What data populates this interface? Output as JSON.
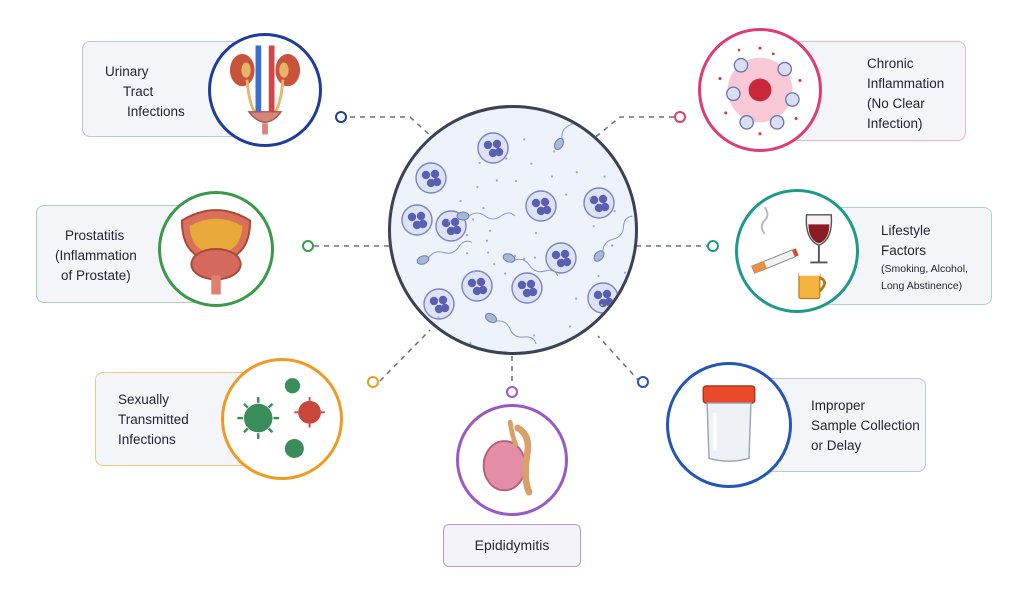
{
  "center": {
    "name": "semen-microscopy"
  },
  "nodes": {
    "uti": {
      "color": "#1f3c9b",
      "lines": [
        "Urinary",
        "Tract",
        "Infections"
      ]
    },
    "prostatitis": {
      "color": "#3a9a4a",
      "lines": [
        "Prostatitis",
        "(Inflammation",
        "of Prostate)"
      ]
    },
    "sti": {
      "color": "#ef9a23",
      "lines": [
        "Sexually",
        "Transmitted",
        "Infections"
      ]
    },
    "epididymitis": {
      "color": "#9b59c6",
      "label": "Epididymitis"
    },
    "chronic": {
      "color": "#de3c72",
      "lines": [
        "Chronic",
        "Inflammation",
        "(No Clear",
        "Infection)"
      ]
    },
    "lifestyle": {
      "color": "#1f9a8a",
      "title_lines": [
        "Lifestyle",
        "Factors"
      ],
      "sub_lines": [
        "(Smoking, Alcohol,",
        "Long Abstinence)"
      ]
    },
    "collection": {
      "color": "#2356b6",
      "lines": [
        "Improper",
        "Sample Collection",
        "or Delay"
      ]
    }
  }
}
